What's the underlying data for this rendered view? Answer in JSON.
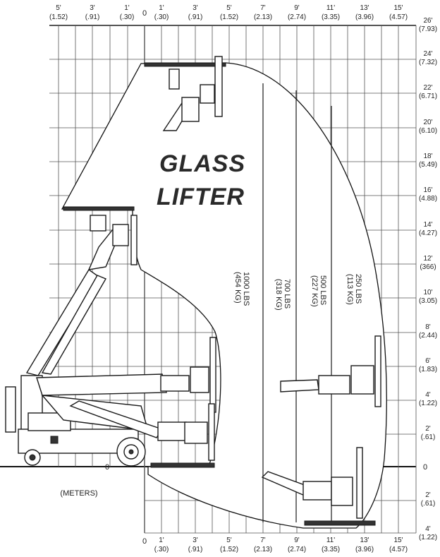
{
  "title": {
    "line1": "GLASS",
    "line2": "LIFTER"
  },
  "units_caption": "(METERS)",
  "top_axis": {
    "left": [
      {
        "ft": "5'",
        "m": "(1.52)"
      },
      {
        "ft": "3'",
        "m": "(.91)"
      },
      {
        "ft": "1'",
        "m": "(.30)"
      }
    ],
    "zero": "0",
    "right": [
      {
        "ft": "1'",
        "m": "(.30)"
      },
      {
        "ft": "3'",
        "m": "(.91)"
      },
      {
        "ft": "5'",
        "m": "(1.52)"
      },
      {
        "ft": "7'",
        "m": "(2.13)"
      },
      {
        "ft": "9'",
        "m": "(2.74)"
      },
      {
        "ft": "11'",
        "m": "(3.35)"
      },
      {
        "ft": "13'",
        "m": "(3.96)"
      },
      {
        "ft": "15'",
        "m": "(4.57)"
      }
    ]
  },
  "bottom_axis": {
    "zero": "0",
    "ticks": [
      {
        "ft": "1'",
        "m": "(.30)"
      },
      {
        "ft": "3'",
        "m": "(.91)"
      },
      {
        "ft": "5'",
        "m": "(1.52)"
      },
      {
        "ft": "7'",
        "m": "(2.13)"
      },
      {
        "ft": "9'",
        "m": "(2.74)"
      },
      {
        "ft": "11'",
        "m": "(3.35)"
      },
      {
        "ft": "13'",
        "m": "(3.96)"
      },
      {
        "ft": "15'",
        "m": "(4.57)"
      }
    ]
  },
  "right_axis": {
    "up": [
      {
        "ft": "26'",
        "m": "(7.93)"
      },
      {
        "ft": "24'",
        "m": "(7.32)"
      },
      {
        "ft": "22'",
        "m": "(6.71)"
      },
      {
        "ft": "20'",
        "m": "(6.10)"
      },
      {
        "ft": "18'",
        "m": "(5.49)"
      },
      {
        "ft": "16'",
        "m": "(4.88)"
      },
      {
        "ft": "14'",
        "m": "(4.27)"
      },
      {
        "ft": "12'",
        "m": "(366)"
      },
      {
        "ft": "10'",
        "m": "(3.05)"
      },
      {
        "ft": "8'",
        "m": "(2.44)"
      },
      {
        "ft": "6'",
        "m": "(1.83)"
      },
      {
        "ft": "4'",
        "m": "(1.22)"
      },
      {
        "ft": "2'",
        "m": "(.61)"
      }
    ],
    "zero": "0",
    "down": [
      {
        "ft": "2'",
        "m": "(.61)"
      },
      {
        "ft": "4'",
        "m": "(1.22)"
      }
    ]
  },
  "ground_zero": "0",
  "load_zones": [
    {
      "lbs": "1000 LBS",
      "kg": "(454 KG)"
    },
    {
      "lbs": "700 LBS",
      "kg": "(318 KG)"
    },
    {
      "lbs": "500 LBS",
      "kg": "(227 KG)"
    },
    {
      "lbs": "250 LBS",
      "kg": "(113 KG)"
    }
  ]
}
